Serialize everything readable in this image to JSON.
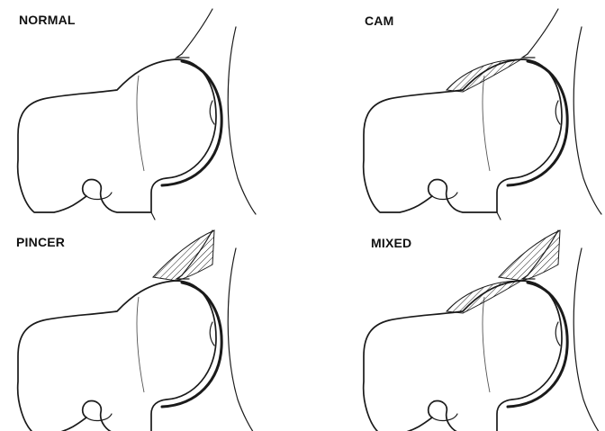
{
  "panels": [
    {
      "id": "normal",
      "label": "NORMAL"
    },
    {
      "id": "cam",
      "label": "CAM"
    },
    {
      "id": "pincer",
      "label": "PINCER"
    },
    {
      "id": "mixed",
      "label": "MIXED"
    }
  ],
  "colors": {
    "line": "#1a1a1a",
    "background": "#ffffff",
    "hatch": "#1a1a1a"
  }
}
